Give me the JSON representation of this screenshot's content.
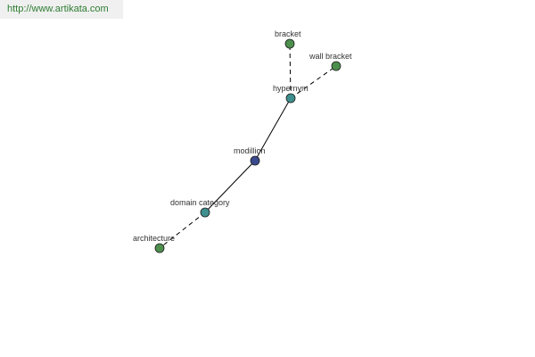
{
  "banner": {
    "url": "http://www.artikata.com"
  },
  "colors": {
    "center_node": "#3a4a8c",
    "relation_node": "#3f8f8f",
    "leaf_node": "#4e8f4e",
    "edge": "#000000",
    "node_stroke": "#1a1a1a"
  },
  "nodes": [
    {
      "id": "modillion",
      "label": "modillion",
      "kind": "center"
    },
    {
      "id": "hypernym",
      "label": "hypernym",
      "kind": "relation"
    },
    {
      "id": "domain-category",
      "label": "domain category",
      "kind": "relation"
    },
    {
      "id": "bracket",
      "label": "bracket",
      "kind": "leaf"
    },
    {
      "id": "wall-bracket",
      "label": "wall bracket",
      "kind": "leaf"
    },
    {
      "id": "architecture",
      "label": "architecture",
      "kind": "leaf"
    }
  ],
  "edges": [
    {
      "from": "modillion",
      "to": "hypernym",
      "style": "solid"
    },
    {
      "from": "modillion",
      "to": "domain-category",
      "style": "solid"
    },
    {
      "from": "hypernym",
      "to": "bracket",
      "style": "dashed"
    },
    {
      "from": "hypernym",
      "to": "wall-bracket",
      "style": "dashed"
    },
    {
      "from": "domain-category",
      "to": "architecture",
      "style": "dashed"
    }
  ]
}
